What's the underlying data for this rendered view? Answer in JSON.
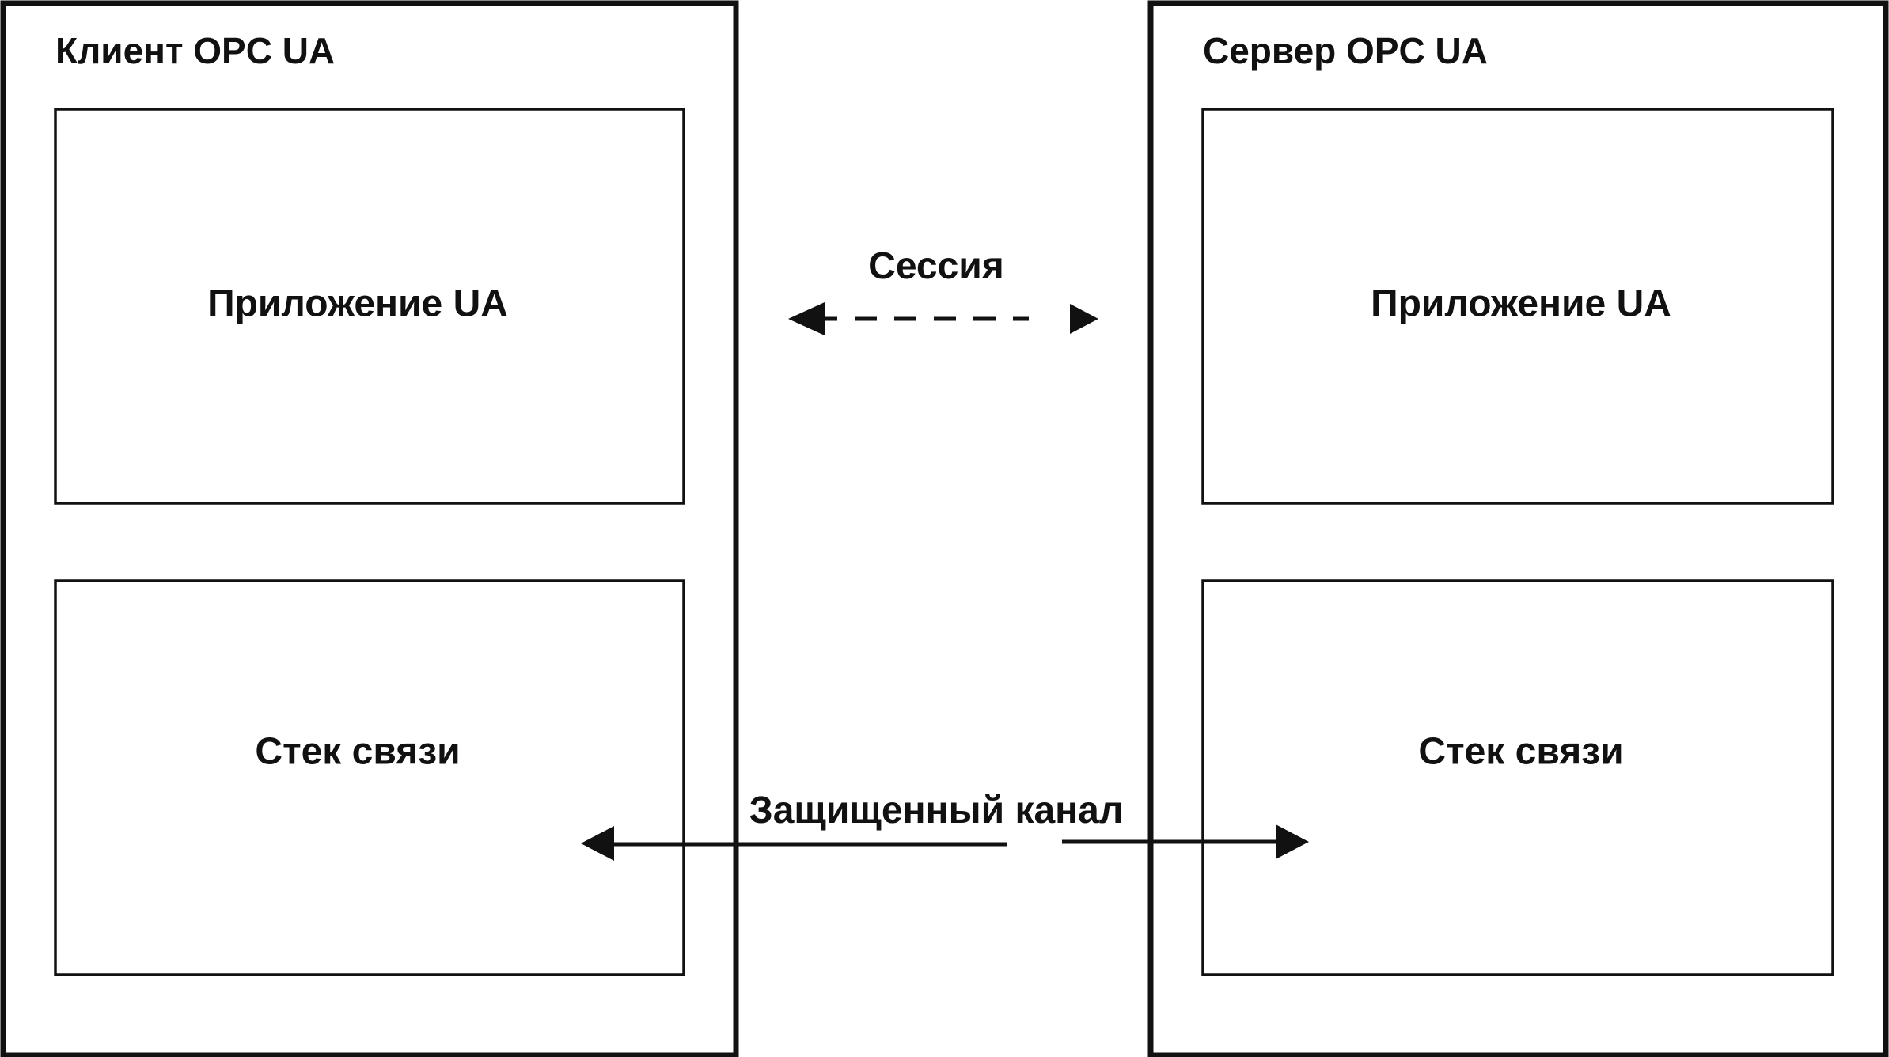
{
  "client": {
    "title": "Клиент OPC UA",
    "application_label": "Приложение UA",
    "stack_label": "Стек связи"
  },
  "server": {
    "title": "Сервер OPC UA",
    "application_label": "Приложение UA",
    "stack_label": "Стек связи"
  },
  "connections": {
    "session_label": "Сессия",
    "secure_channel_label": "Защищенный канал"
  },
  "colors": {
    "stroke": "#111111",
    "background": "#ffffff"
  }
}
